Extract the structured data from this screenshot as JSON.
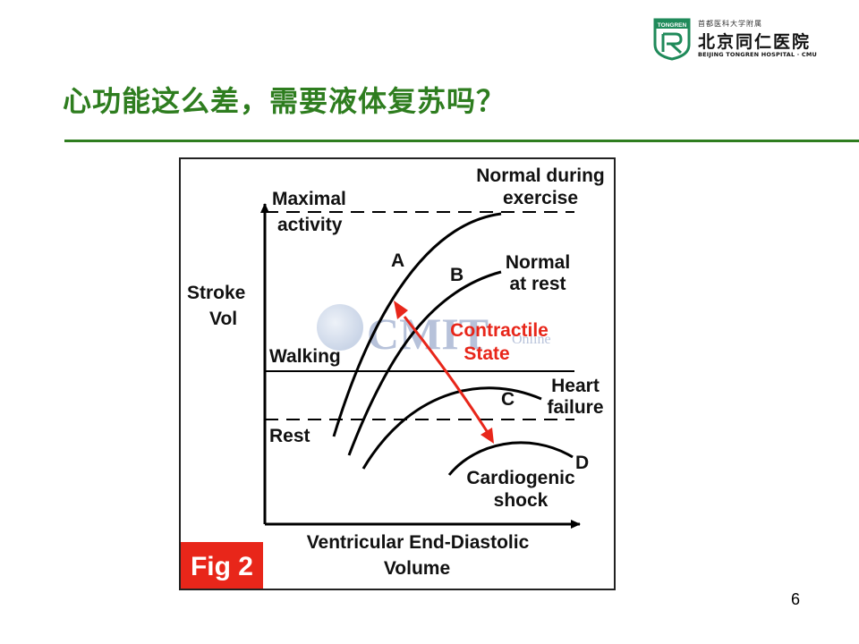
{
  "slide": {
    "title": "心功能这么差，需要液体复苏吗？",
    "page_number": "6"
  },
  "logo": {
    "mark_text": "TONGREN",
    "university": "首都医科大学附属",
    "name_cn": "北京同仁医院",
    "name_en": "BEIJING TONGREN HOSPITAL · CMU"
  },
  "figure": {
    "y_axis_label_line1": "Stroke",
    "y_axis_label_line2": "Vol",
    "x_axis_label_line1": "Ventricular End-Diastolic",
    "x_axis_label_line2": "Volume",
    "level_maximal_line1": "Maximal",
    "level_maximal_line2": "activity",
    "level_walking": "Walking",
    "level_rest": "Rest",
    "curve_a": "A",
    "curve_b": "B",
    "curve_c": "C",
    "curve_d": "D",
    "note_a_line1": "Normal during",
    "note_a_line2": "exercise",
    "note_b_line1": "Normal",
    "note_b_line2": "at rest",
    "note_c_line1": "Heart",
    "note_c_line2": "failure",
    "note_d_line1": "Cardiogenic",
    "note_d_line2": "shock",
    "arrow_label_line1": "Contractile",
    "arrow_label_line2": "State",
    "watermark": "CMIT",
    "watermark_sub": "Online",
    "fig_badge": "Fig 2",
    "colors": {
      "curve": "#000000",
      "arrow": "#e8261a",
      "badge": "#e8261a",
      "title": "#2e7d1f"
    }
  }
}
